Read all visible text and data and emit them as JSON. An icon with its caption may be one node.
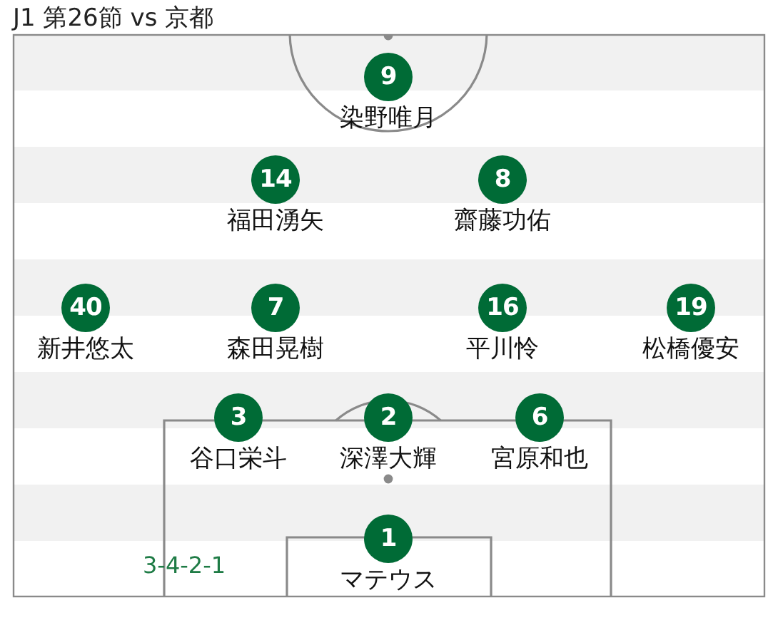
{
  "diagram": {
    "title": "J1 第26節 vs 京都",
    "nodes": [
      {
        "text": [
          "9",
          "染野唯月"
        ]
      },
      {
        "text": [
          "14",
          "福田湧矢"
        ]
      },
      {
        "text": [
          "8",
          "齋藤功佑"
        ]
      },
      {
        "text": [
          "40",
          "新井悠太"
        ]
      },
      {
        "text": [
          "7",
          "森田晃樹"
        ]
      },
      {
        "text": [
          "16",
          "平川怜"
        ]
      },
      {
        "text": [
          "19",
          "松橋優安"
        ]
      },
      {
        "text": [
          "3",
          "谷口栄斗"
        ]
      },
      {
        "text": [
          "2",
          "深澤大輝"
        ]
      },
      {
        "text": [
          "6",
          "宮原和也"
        ]
      },
      {
        "text": [
          "1",
          "マテウス"
        ]
      }
    ],
    "labels": [
      "3-4-2-1"
    ]
  }
}
